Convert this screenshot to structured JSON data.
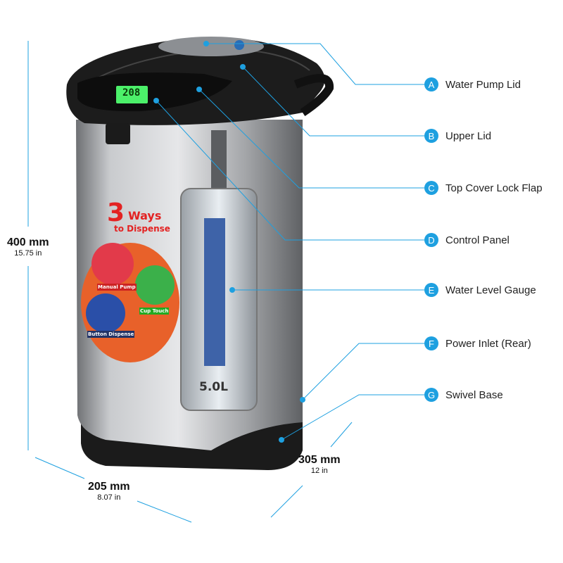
{
  "product": {
    "display_reading": "208",
    "capacity_mark": "5.0L",
    "sticker": {
      "big": "3",
      "title": "Ways",
      "subtitle": "to Dispense",
      "methods": [
        "Manual Pump",
        "Cup Touch",
        "Button Dispense"
      ]
    }
  },
  "callouts": [
    {
      "letter": "A",
      "label": "Water Pump Lid"
    },
    {
      "letter": "B",
      "label": "Upper Lid"
    },
    {
      "letter": "C",
      "label": "Top Cover Lock Flap"
    },
    {
      "letter": "D",
      "label": "Control Panel"
    },
    {
      "letter": "E",
      "label": "Water Level Gauge"
    },
    {
      "letter": "F",
      "label": "Power Inlet (Rear)"
    },
    {
      "letter": "G",
      "label": "Swivel Base"
    }
  ],
  "dimensions": {
    "height": {
      "mm": "400 mm",
      "in": "15.75 in"
    },
    "width": {
      "mm": "205 mm",
      "in": "8.07 in"
    },
    "depth": {
      "mm": "305 mm",
      "in": "12 in"
    }
  },
  "colors": {
    "accent": "#1ea0e0",
    "body": "#a9abae",
    "trim": "#1b1b1b",
    "lcd": "#4cf06a"
  }
}
